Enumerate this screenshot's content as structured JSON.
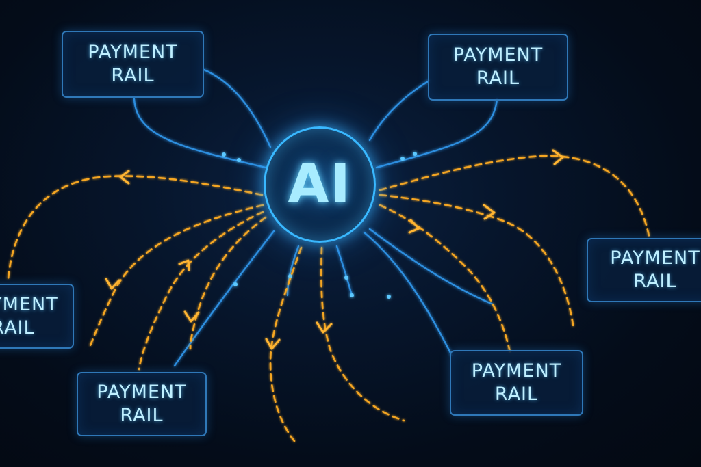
{
  "hub": {
    "label": "AI"
  },
  "rails": [
    {
      "lines": [
        "PAYMENT",
        "RAIL"
      ]
    },
    {
      "lines": [
        "PAYMENT",
        "RAIL"
      ]
    },
    {
      "lines": [
        "PAYMENT",
        "RAIL"
      ]
    },
    {
      "lines": [
        "PAYMENT",
        "RAIL"
      ]
    },
    {
      "lines": [
        "PAYMENT",
        "RAIL"
      ]
    },
    {
      "lines": [
        "PAYMENT",
        "RAIL"
      ]
    }
  ],
  "colors": {
    "link_blue": "#2d8fe0",
    "flow_orange": "#f5a623",
    "hub_ring": "#39b8ff"
  }
}
